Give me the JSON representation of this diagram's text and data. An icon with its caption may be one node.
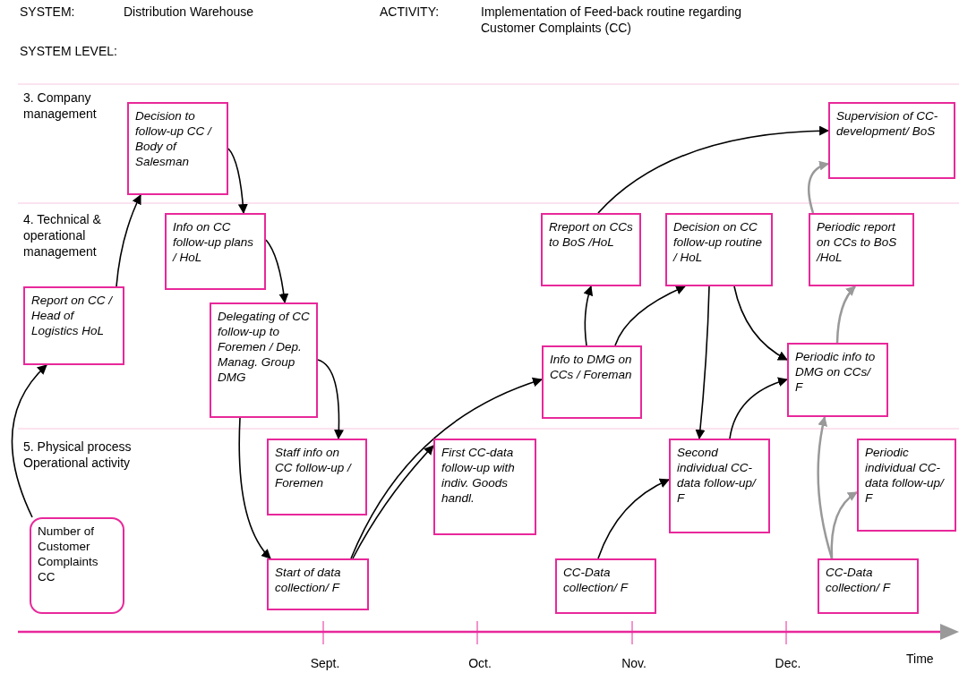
{
  "diagram": {
    "nodes": [
      {
        "text": [
          "Number of Customer Complaints CC"
        ]
      },
      {
        "text": [
          "Report on CC / Head of Logistics HoL"
        ]
      },
      {
        "text": [
          "Decision to follow-up CC / Body of Salesman"
        ]
      },
      {
        "text": [
          "Info on CC follow-up plans / HoL"
        ]
      },
      {
        "text": [
          "Delegating of CC follow-up to Foremen / Dep. Manag. Group DMG"
        ]
      },
      {
        "text": [
          "Staff info on CC follow-up / Foremen"
        ]
      },
      {
        "text": [
          "Start of data collection/ F"
        ]
      },
      {
        "text": [
          "First CC-data follow-up with indiv. Goods handl."
        ]
      },
      {
        "text": [
          "Info to DMG on CCs / Foreman"
        ]
      },
      {
        "text": [
          "Rreport on CCs to BoS /HoL"
        ]
      },
      {
        "text": [
          "Decision on CC follow-up routine / HoL"
        ]
      },
      {
        "text": [
          "Supervision of CC- development/ BoS"
        ]
      },
      {
        "text": [
          "Periodic report on CCs to BoS /HoL"
        ]
      },
      {
        "text": [
          "Periodic info to DMG on CCs/ F"
        ]
      },
      {
        "text": [
          "CC-Data collection/ F"
        ]
      },
      {
        "text": [
          "Second individual CC-data follow-up/ F"
        ]
      },
      {
        "text": [
          "CC-Data collection/ F"
        ]
      },
      {
        "text": [
          "Periodic individual CC-data follow-up/ F"
        ]
      }
    ],
    "edges": [
      {
        "from": 0,
        "to": 1,
        "arrow": "to"
      },
      {
        "from": 1,
        "to": 2,
        "arrow": "to"
      },
      {
        "from": 2,
        "to": 3,
        "arrow": "to"
      },
      {
        "from": 3,
        "to": 4,
        "arrow": "to"
      },
      {
        "from": 4,
        "to": 5,
        "arrow": "to"
      },
      {
        "from": 4,
        "to": 6,
        "arrow": "to"
      },
      {
        "from": 6,
        "to": 8,
        "arrow": "to"
      },
      {
        "from": 6,
        "to": 7,
        "arrow": "to"
      },
      {
        "from": 8,
        "to": 9,
        "arrow": "to"
      },
      {
        "from": 8,
        "to": 10,
        "arrow": "to"
      },
      {
        "from": 9,
        "to": 11,
        "arrow": "to"
      },
      {
        "from": 10,
        "to": 15,
        "arrow": "to"
      },
      {
        "from": 10,
        "to": 13,
        "arrow": "to"
      },
      {
        "from": 15,
        "to": 13,
        "arrow": "to"
      },
      {
        "from": 14,
        "to": 15,
        "arrow": "to"
      },
      {
        "from": 13,
        "to": 12,
        "arrow": "to",
        "color": "#999999"
      },
      {
        "from": 12,
        "to": 11,
        "arrow": "to",
        "color": "#999999"
      },
      {
        "from": 16,
        "to": 13,
        "arrow": "to",
        "color": "#999999"
      },
      {
        "from": 16,
        "to": 17,
        "arrow": "to",
        "color": "#999999"
      }
    ],
    "labels": [
      "SYSTEM:",
      "Distribution Warehouse",
      "ACTIVITY:",
      "Implementation of Feed-back routine regarding Customer Complaints (CC)",
      "SYSTEM LEVEL:",
      "3. Company management",
      "4. Technical & operational management",
      "5. Physical process Operational activity",
      "Sept.",
      "Oct.",
      "Nov.",
      "Dec.",
      "Time"
    ]
  }
}
